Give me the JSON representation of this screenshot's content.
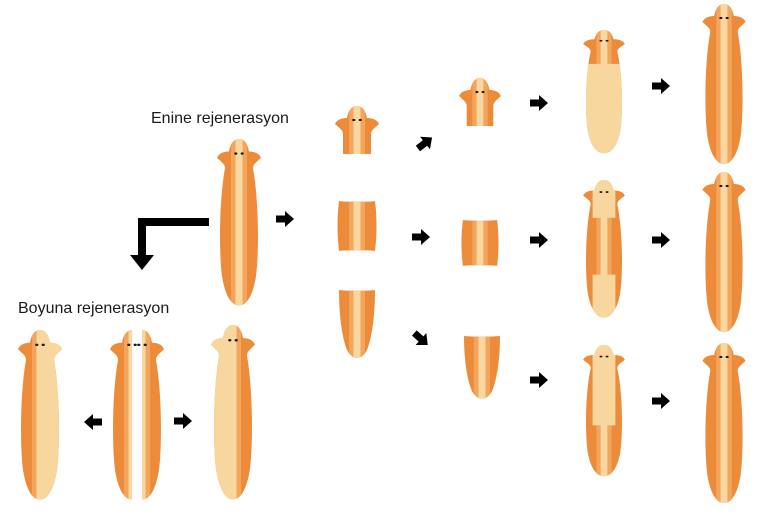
{
  "labels": {
    "transverse": "Enine rejenerasyon",
    "longitudinal": "Boyuna rejenerasyon"
  },
  "colors": {
    "outer": "#ec8c3a",
    "middle": "#f3a55c",
    "core": "#f8d8a0",
    "new_tissue": "#f7d79d",
    "eye": "#1a1a1a",
    "arrow": "#000000",
    "background": "#ffffff"
  },
  "icons": [
    "planarian-worm",
    "arrow-right",
    "arrow-left",
    "arrow-down-right",
    "arrow-up-right",
    "elbow-arrow-down"
  ]
}
